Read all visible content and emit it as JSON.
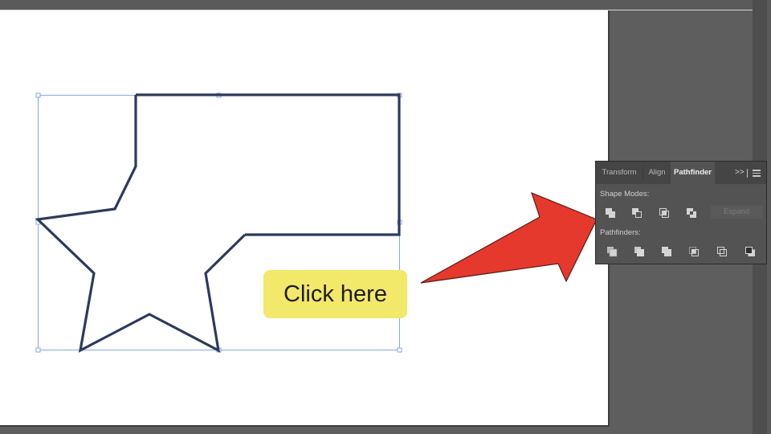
{
  "canvas": {
    "artboard_color": "#ffffff",
    "workspace_color": "#5e5e5e",
    "shape_stroke_color": "#2e3a5c",
    "selection_color": "#8aa6e8"
  },
  "callout": {
    "label": "Click here",
    "background": "#f2e86a"
  },
  "arrow": {
    "fill": "#e5392e",
    "stroke": "#5a1a14"
  },
  "panel": {
    "tabs": [
      {
        "label": "Transform",
        "active": false
      },
      {
        "label": "Align",
        "active": false
      },
      {
        "label": "Pathfinder",
        "active": true
      }
    ],
    "overflow_label": ">>",
    "menu_icon": "hamburger-menu-icon",
    "shape_modes": {
      "label": "Shape Modes:",
      "buttons": [
        {
          "name": "unite",
          "icon": "unite-icon"
        },
        {
          "name": "minus-front",
          "icon": "minus-front-icon"
        },
        {
          "name": "intersect",
          "icon": "intersect-icon"
        },
        {
          "name": "exclude",
          "icon": "exclude-icon"
        }
      ],
      "expand_label": "Expand"
    },
    "pathfinders": {
      "label": "Pathfinders:",
      "buttons": [
        {
          "name": "divide",
          "icon": "divide-icon"
        },
        {
          "name": "trim",
          "icon": "trim-icon"
        },
        {
          "name": "merge",
          "icon": "merge-icon"
        },
        {
          "name": "crop",
          "icon": "crop-icon"
        },
        {
          "name": "outline",
          "icon": "outline-icon"
        },
        {
          "name": "minus-back",
          "icon": "minus-back-icon"
        }
      ]
    }
  }
}
